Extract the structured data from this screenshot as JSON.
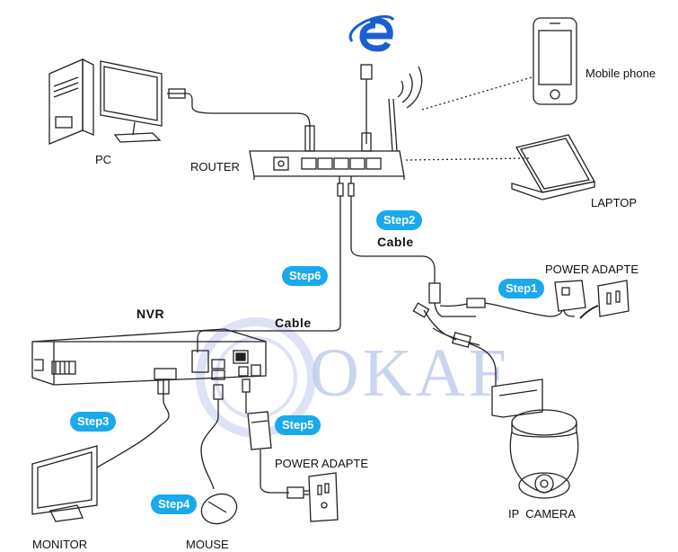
{
  "labels": {
    "pc": "PC",
    "router": "ROUTER",
    "mobile": "Mobile phone",
    "laptop": "LAPTOP",
    "nvr": "NVR",
    "cable_top": "Cable",
    "cable_mid": "Cable",
    "power_top": "POWER ADAPTE",
    "power_bottom": "POWER ADAPTE",
    "ip_camera": "IP  CAMERA",
    "monitor": "MONITOR",
    "mouse": "MOUSE"
  },
  "steps": {
    "s1": "Step1",
    "s2": "Step2",
    "s3": "Step3",
    "s4": "Step4",
    "s5": "Step5",
    "s6": "Step6"
  },
  "watermark": "OKAF",
  "colors": {
    "step_bg": "#19a9ec",
    "ie_blue": "#1a5fd0",
    "watermark": "#b8c6ea",
    "line": "#222222"
  }
}
